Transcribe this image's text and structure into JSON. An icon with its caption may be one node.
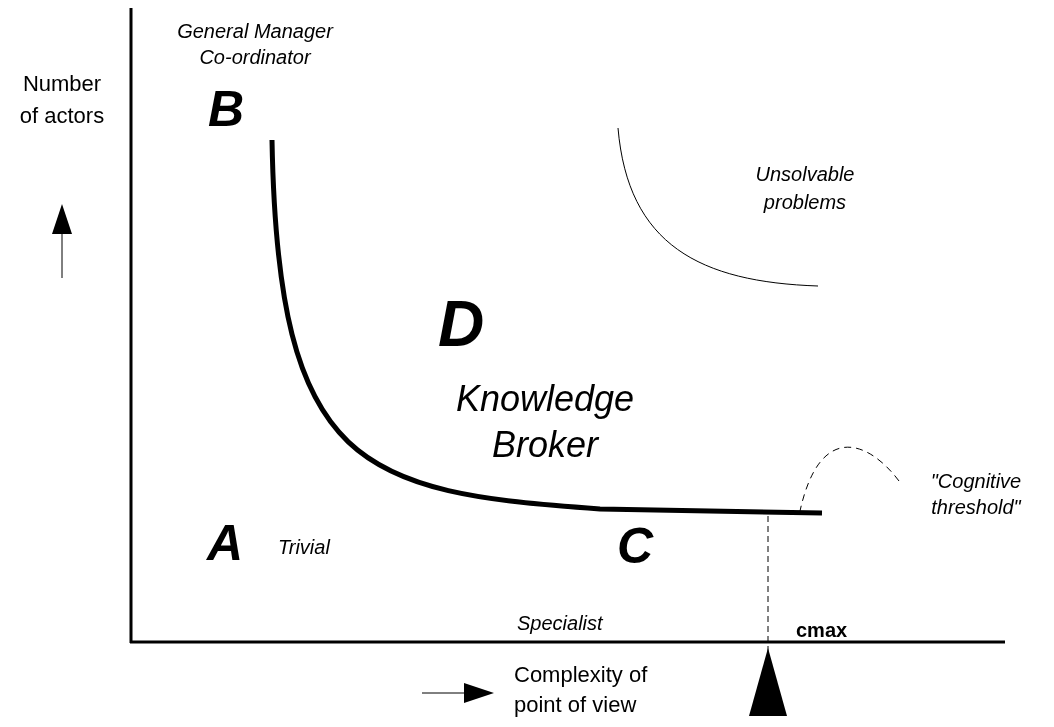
{
  "diagram": {
    "nodes": [
      {
        "text": [
          "\"Cognitive threshold\""
        ]
      },
      {
        "text": [],
        "shape": "curve"
      }
    ],
    "edges": [
      {
        "from": 0,
        "to": 1,
        "arrow": "none",
        "style": "dashed"
      }
    ],
    "labels": [
      "Number of actors",
      "General Manager Co-ordinator",
      "B",
      "Unsolvable problems",
      "D",
      "Knowledge Broker",
      "A",
      "Trivial",
      "C",
      "Specialist",
      "cmax",
      "Complexity of point of view"
    ]
  }
}
